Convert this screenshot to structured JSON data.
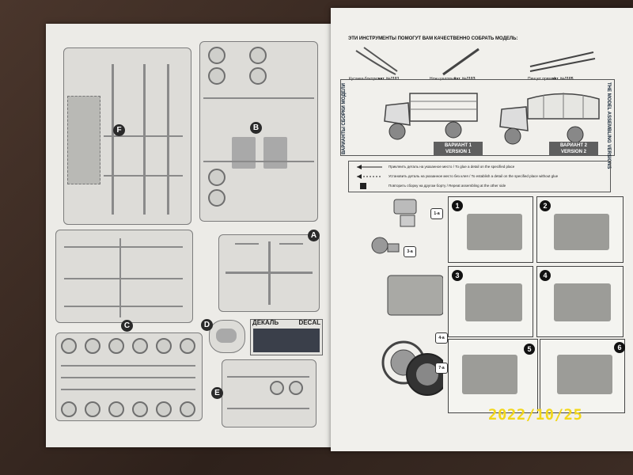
{
  "left_page": {
    "sprue_labels": [
      "F",
      "B",
      "A",
      "C",
      "D",
      "E"
    ],
    "decal": {
      "label_ru": "ДЕКАЛЬ",
      "label_en": "DECAL"
    }
  },
  "right_page": {
    "header": "ЭТИ ИНСТРУМЕНТЫ ПОМОГУТ ВАМ КАЧЕСТВЕННО СОБРАТЬ МОДЕЛЬ:",
    "tools": [
      {
        "caption": "Кусачки-бокорезы",
        "cat": "кат. №1101"
      },
      {
        "caption": "Нож-цанговый",
        "cat": "кат. №1103"
      },
      {
        "caption": "Пинцет прямой",
        "cat": "кат. №1105"
      }
    ],
    "versions_side_label": "ВАРИАНТЫ СБОРКИ МОДЕЛИ",
    "versions_side_label_en": "THE MODEL ASSEMBLING VERSIONS",
    "variant1": {
      "ru": "ВАРИАНТ 1",
      "en": "VERSION 1"
    },
    "variant2": {
      "ru": "ВАРИАНТ 2",
      "en": "VERSION 2"
    },
    "legend": [
      "Приклеить деталь на указанное место / To glue a detail on the specified place",
      "Установить деталь на указанное место без клея / To establish a detail on the specified place without glue",
      "Повторить сборку на другом борту / Repeat assembling at the other side"
    ],
    "step_numbers": [
      "1",
      "2",
      "3",
      "4",
      "5",
      "6"
    ],
    "callouts": [
      "1-a",
      "3-a",
      "4-a",
      "7-a"
    ]
  },
  "date_stamp": "2022/10/25",
  "colors": {
    "date_stamp": "#f2d71b",
    "background": "#3a2b24",
    "paper": "#ecebe7"
  }
}
